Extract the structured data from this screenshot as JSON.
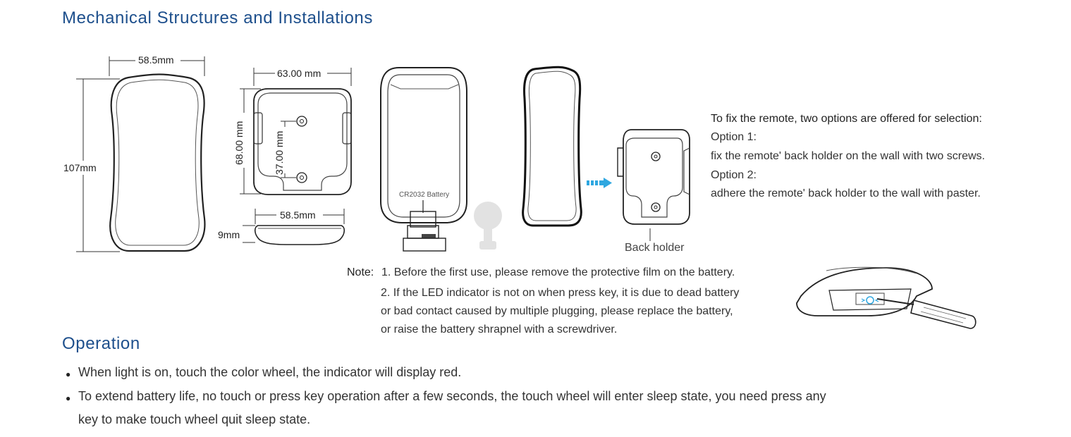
{
  "section1": {
    "title": "Mechanical Structures and Installations"
  },
  "dims": {
    "front_width": "58.5mm",
    "front_height": "107mm",
    "holder_width": "63.00 mm",
    "holder_height": "68.00 mm",
    "screw_spacing": "37.00 mm",
    "side_width": "58.5mm",
    "thickness": "9mm"
  },
  "battery_label": "CR2032 Battery",
  "back_holder_label": "Back holder",
  "fix": {
    "heading": "To fix the remote, two options are offered for selection:",
    "option1_title": "Option 1:",
    "option1_text": "fix the remote' back holder on the wall with two screws.",
    "option2_title": "Option 2:",
    "option2_text": "adhere the remote' back holder to the wall with paster."
  },
  "note": {
    "label": "Note:",
    "line1": "1. Before the first use, please remove the protective film on the battery.",
    "line2": "2. If the LED indicator is not on when press key, it is due to dead battery",
    "line3": "or bad contact caused by multiple plugging, please replace the battery,",
    "line4": "or raise the battery shrapnel with a screwdriver."
  },
  "section2": {
    "title": "Operation",
    "bullet1": "When light is on, touch the color wheel, the indicator will display red.",
    "bullet2a": "To extend battery life, no touch or press key operation after a few seconds, the touch wheel will enter sleep state, you need press any",
    "bullet2b": "key to make touch wheel quit sleep state."
  },
  "colors": {
    "heading": "#1d4f8c",
    "arrow": "#2fa7e0"
  }
}
